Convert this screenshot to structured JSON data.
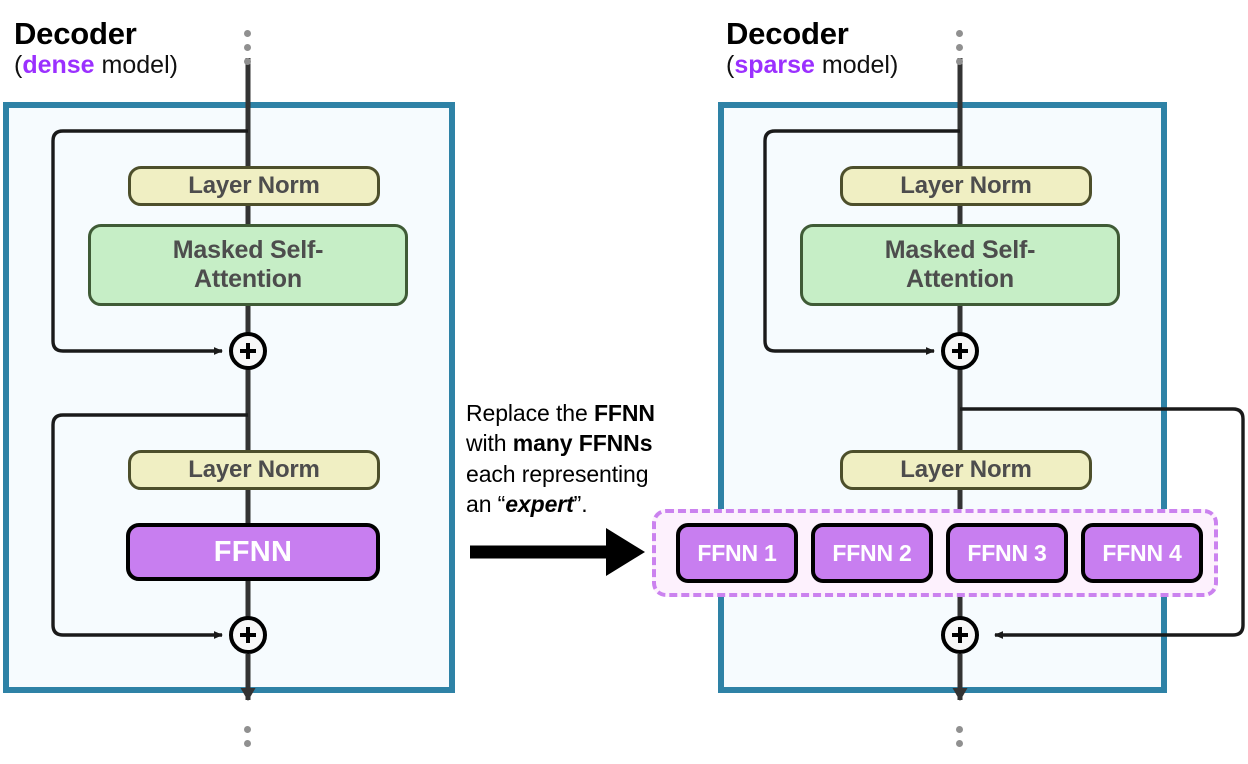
{
  "diagram": {
    "type": "architecture-diagram",
    "topic": "Dense vs Sparse (Mixture-of-Experts) Transformer Decoder"
  },
  "left_panel": {
    "title": "Decoder",
    "subtitle_prefix": "(",
    "subtitle_keyword": "dense",
    "subtitle_suffix": " model)",
    "blocks": {
      "layer_norm_1": "Layer Norm",
      "attention": "Masked Self-Attention",
      "attention_line_1": "Masked Self-",
      "attention_line_2": "Attention",
      "layer_norm_2": "Layer Norm",
      "ffnn": "FFNN",
      "add_1": "+",
      "add_2": "+"
    }
  },
  "right_panel": {
    "title": "Decoder",
    "subtitle_prefix": "(",
    "subtitle_keyword": "sparse",
    "subtitle_suffix": " model)",
    "blocks": {
      "layer_norm_1": "Layer Norm",
      "attention_line_1": "Masked Self-",
      "attention_line_2": "Attention",
      "layer_norm_2": "Layer Norm",
      "add_1": "+",
      "add_2": "+"
    },
    "experts": [
      {
        "label": "FFNN 1"
      },
      {
        "label": "FFNN 2"
      },
      {
        "label": "FFNN 3"
      },
      {
        "label": "FFNN 4"
      }
    ]
  },
  "annotation": {
    "line1_plain": "Replace the ",
    "line1_bold": "FFNN",
    "line2_plain": "with ",
    "line2_bold": "many FFNNs",
    "line3": "each representing",
    "line4_plain_a": "an “",
    "line4_emph": "expert",
    "line4_plain_b": "”."
  },
  "colors": {
    "panel_border": "#2e82a6",
    "panel_fill": "#f6fbfe",
    "layer_norm_fill": "#f0efc3",
    "layer_norm_border": "#4d4f2b",
    "attention_fill": "#c6eec6",
    "attention_border": "#3f5b36",
    "ffnn_fill": "#c87ef0",
    "ffnn_border": "#000000",
    "expert_group_fill": "#fdf1fd",
    "expert_group_border": "#cb82ef",
    "keyword_purple": "#9b30ff",
    "flow_line": "#1a1a1a",
    "spine_arrow": "#333333",
    "ellipsis_dot": "#909090"
  }
}
